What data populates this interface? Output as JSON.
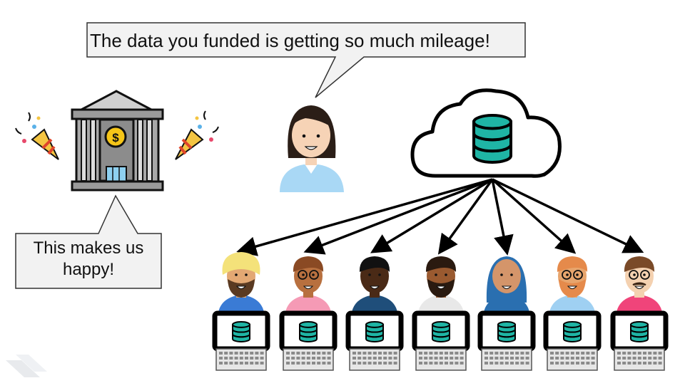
{
  "bubbles": {
    "researcher_quote": "The data you funded is getting so much mileage!",
    "funder_line1": "This makes us",
    "funder_line2": "happy!"
  },
  "colors": {
    "cloud_db": "#1FB5A5",
    "bank_gold": "#F5C518",
    "speech_fill": "#F2F2F2"
  },
  "users": [
    {
      "skin": "#E3A873",
      "hair": "#F4E27A",
      "shirt": "#3A7BD5",
      "accessory": "turban-beard"
    },
    {
      "skin": "#B8703F",
      "hair": "#8A4A24",
      "shirt": "#F59AB5",
      "accessory": "glasses"
    },
    {
      "skin": "#4A2A16",
      "hair": "#111111",
      "shirt": "#1F4E7A",
      "accessory": "none"
    },
    {
      "skin": "#9A5A30",
      "hair": "#2A1A10",
      "shirt": "#E8E8E8",
      "accessory": "beard"
    },
    {
      "skin": "#D4956A",
      "hair": "#2A6FB0",
      "shirt": "#2A6FB0",
      "accessory": "hijab"
    },
    {
      "skin": "#E7A56D",
      "hair": "#E58A4B",
      "shirt": "#9FD0F2",
      "accessory": "glasses-beard"
    },
    {
      "skin": "#F4D1B0",
      "hair": "#7A4A28",
      "shirt": "#F0447A",
      "accessory": "glasses-mustache"
    }
  ]
}
